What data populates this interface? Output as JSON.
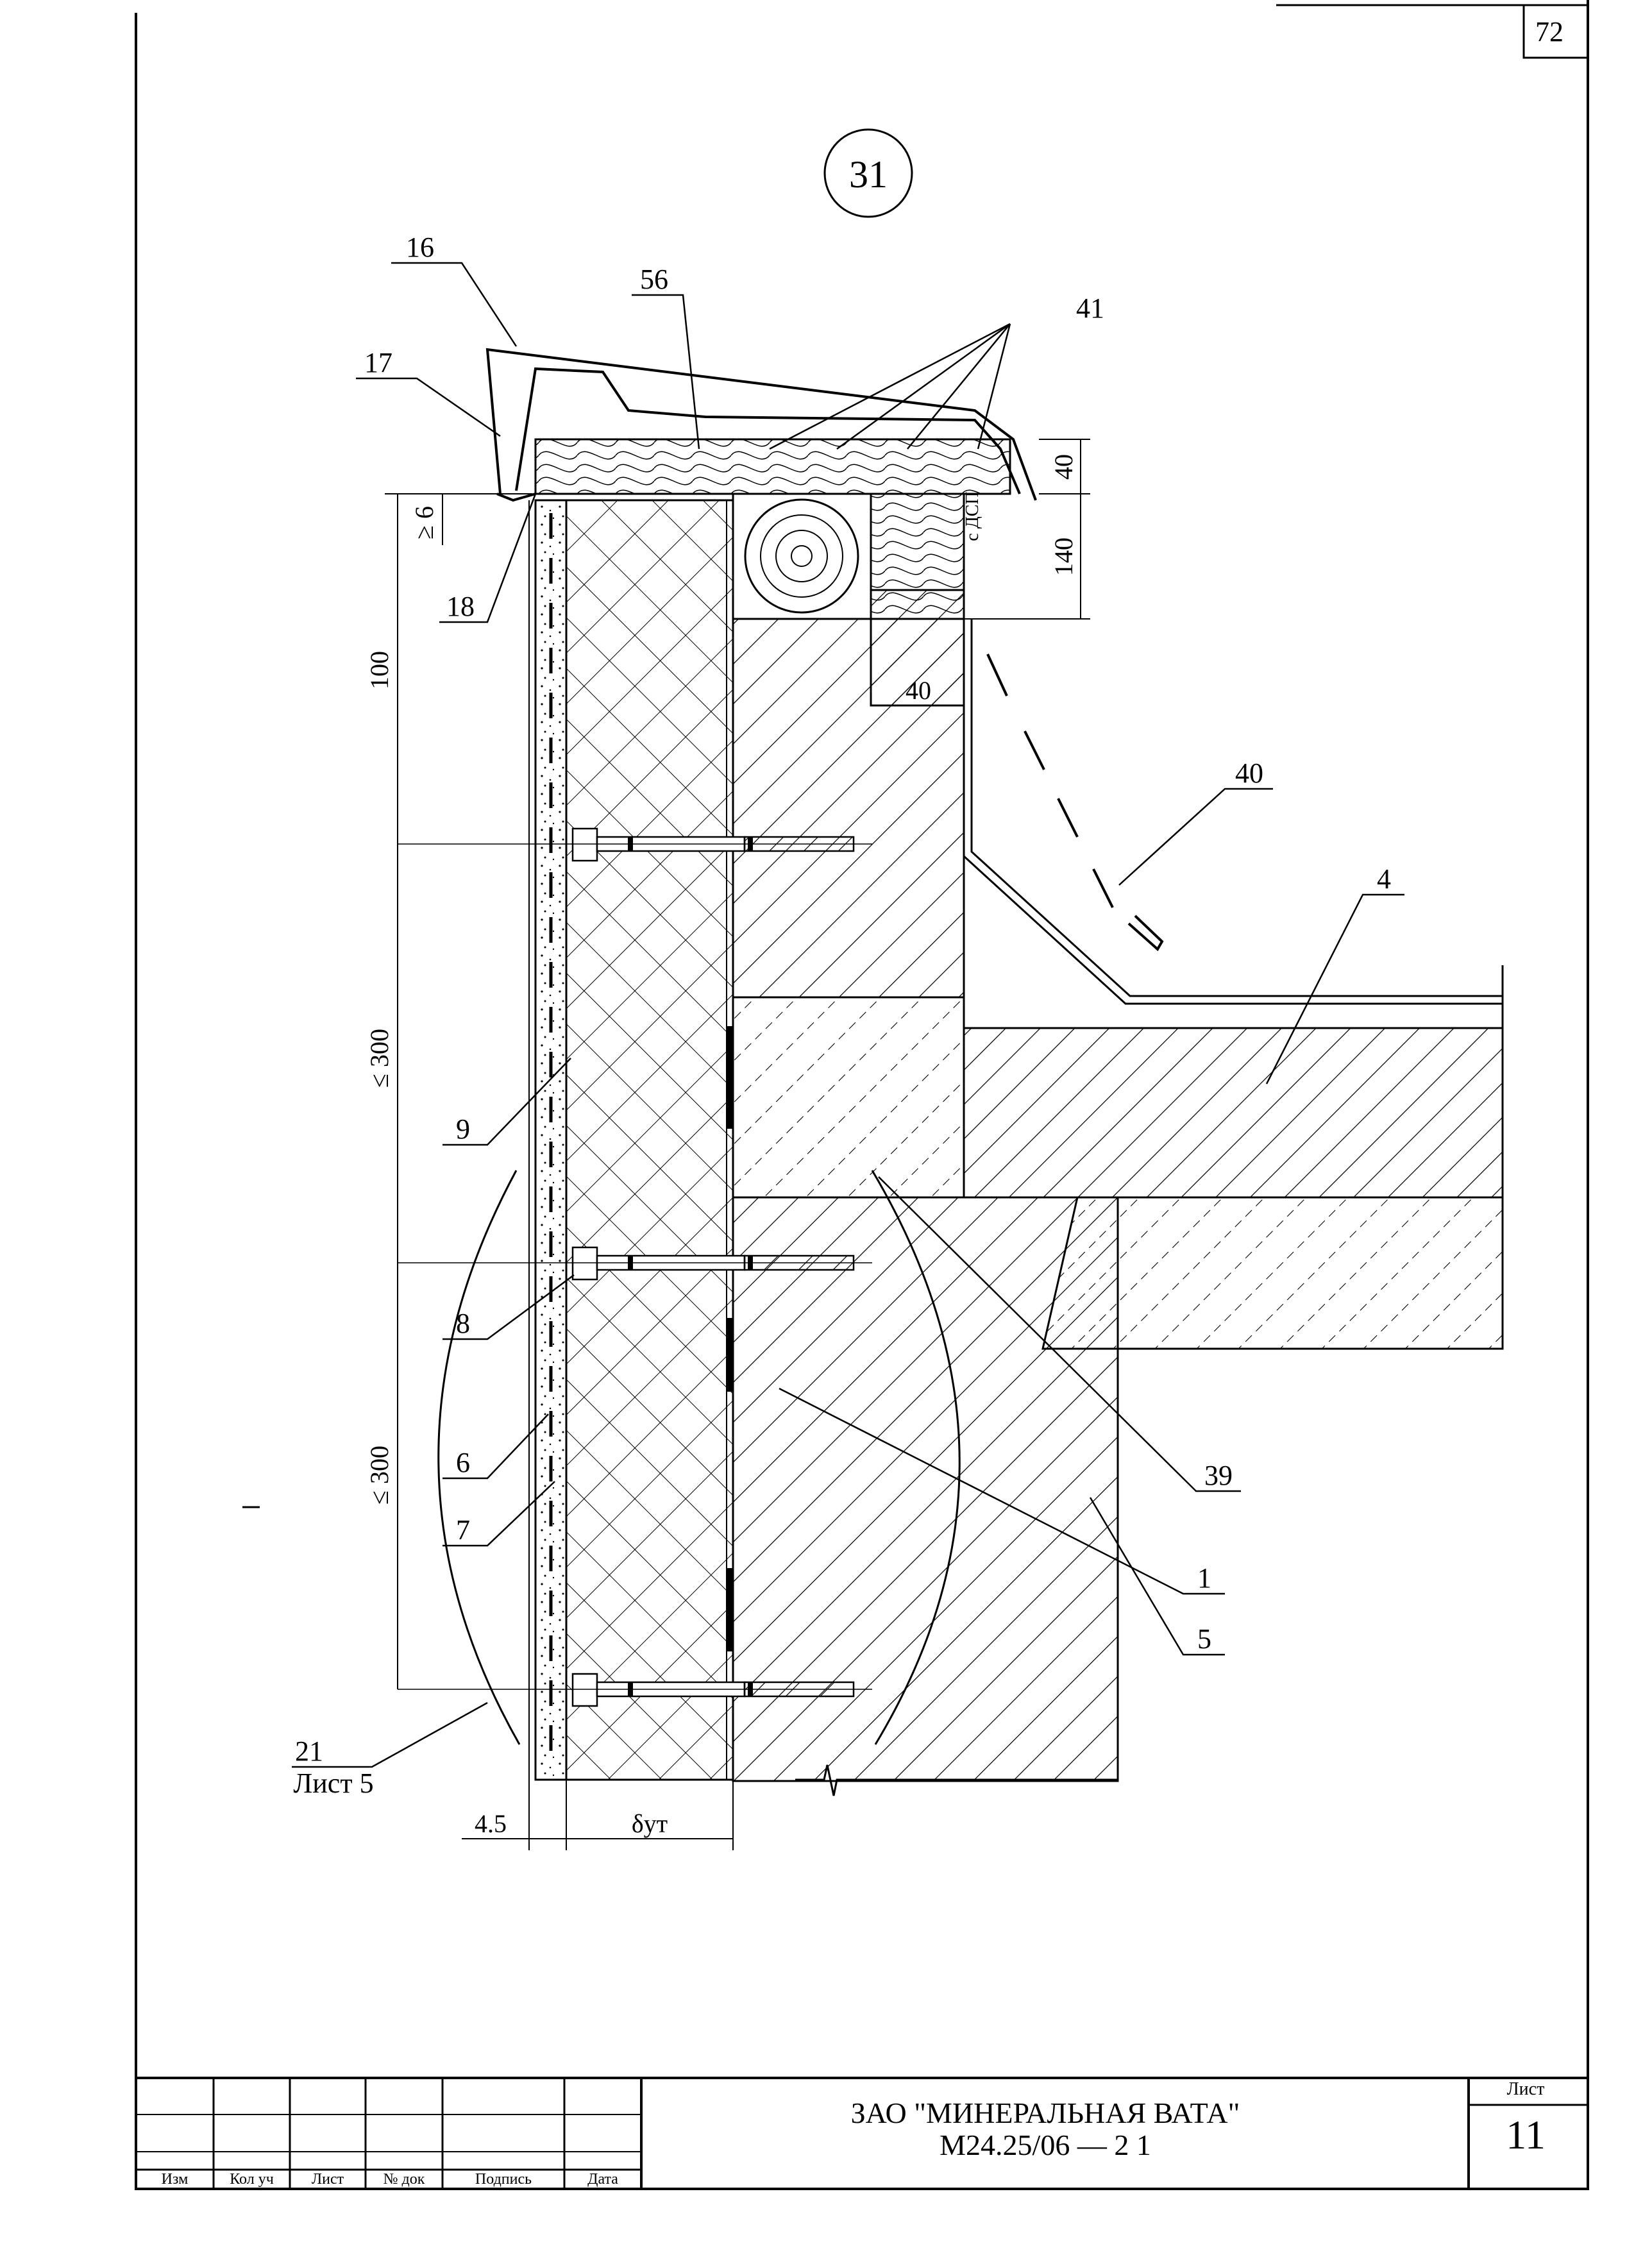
{
  "page_number": "72",
  "detail": {
    "id": "31"
  },
  "callouts": [
    "16",
    "56",
    "41",
    "17",
    "18",
    "9",
    "8",
    "6",
    "7",
    "21",
    "Лист 5",
    "40",
    "4",
    "39",
    "1",
    "5"
  ],
  "dimensions": {
    "top_40": "40",
    "d140": "140",
    "d6": "≥ 6",
    "d100": "100",
    "d300a": "≤ 300",
    "d300b": "≤ 300",
    "inner_40": "40",
    "c_label": "с ДСП",
    "d45": "4.5",
    "dyt": "δут"
  },
  "title_block": {
    "headers": [
      "Изм",
      "Кол уч",
      "Лист",
      "№ док",
      "Подпись",
      "Дата"
    ],
    "organization": "ЗАО \"МИНЕРАЛЬНАЯ ВАТА\"",
    "document_code": "М24.25/06 — 2 1",
    "sheet_label": "Лист",
    "sheet_number": "11"
  },
  "colors": {
    "ink": "#000000",
    "paper": "#ffffff"
  }
}
